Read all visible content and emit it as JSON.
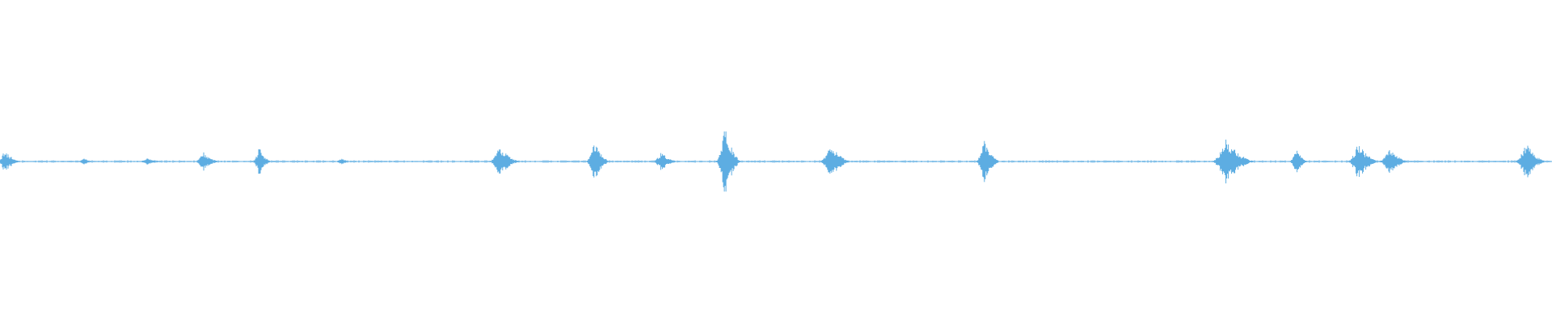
{
  "waveform": {
    "color": "#5dade2",
    "baseline_level": 0.006,
    "bursts": [
      {
        "position": 0.003,
        "amplitude": 0.07,
        "width": 0.004
      },
      {
        "position": 0.054,
        "amplitude": 0.02,
        "width": 0.003
      },
      {
        "position": 0.095,
        "amplitude": 0.02,
        "width": 0.004
      },
      {
        "position": 0.131,
        "amplitude": 0.06,
        "width": 0.004
      },
      {
        "position": 0.167,
        "amplitude": 0.09,
        "width": 0.003
      },
      {
        "position": 0.22,
        "amplitude": 0.02,
        "width": 0.003
      },
      {
        "position": 0.322,
        "amplitude": 0.1,
        "width": 0.005
      },
      {
        "position": 0.383,
        "amplitude": 0.12,
        "width": 0.004
      },
      {
        "position": 0.426,
        "amplitude": 0.06,
        "width": 0.004
      },
      {
        "position": 0.467,
        "amplitude": 0.22,
        "width": 0.004
      },
      {
        "position": 0.535,
        "amplitude": 0.11,
        "width": 0.005
      },
      {
        "position": 0.634,
        "amplitude": 0.14,
        "width": 0.004
      },
      {
        "position": 0.79,
        "amplitude": 0.14,
        "width": 0.007
      },
      {
        "position": 0.835,
        "amplitude": 0.08,
        "width": 0.003
      },
      {
        "position": 0.875,
        "amplitude": 0.12,
        "width": 0.005
      },
      {
        "position": 0.895,
        "amplitude": 0.08,
        "width": 0.005
      },
      {
        "position": 0.983,
        "amplitude": 0.12,
        "width": 0.005
      }
    ]
  }
}
